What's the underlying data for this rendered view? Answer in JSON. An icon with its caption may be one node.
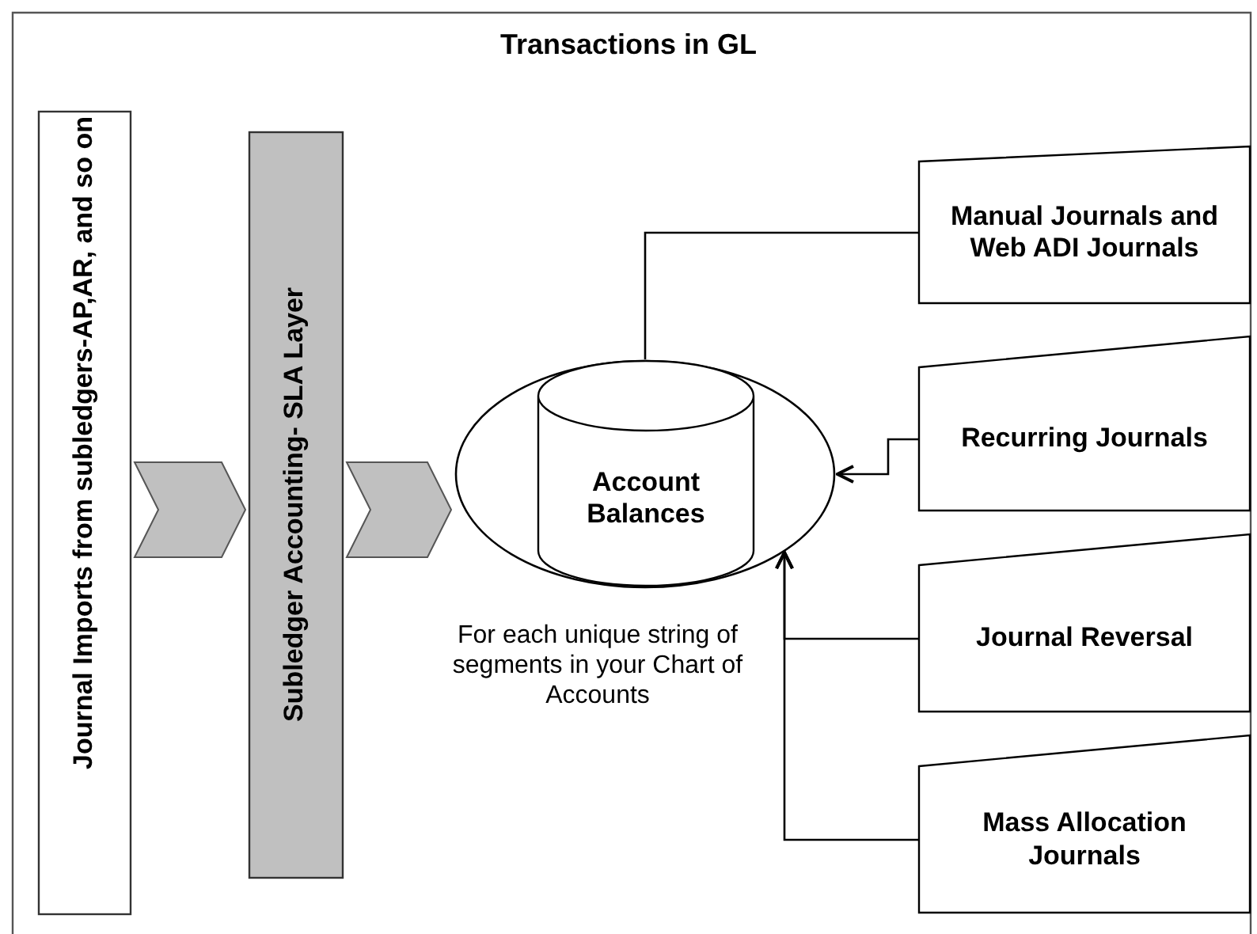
{
  "diagram": {
    "title": "Transactions in GL",
    "nodes": [
      {
        "text": [
          "Journal Imports from subledgers-AP,AR, and so on"
        ]
      },
      {
        "text": [
          "Subledger Accounting- SLA Layer"
        ]
      },
      {
        "text": [],
        "shape": "ellipse",
        "beside": [
          "For each unique string of segments in your Chart of Accounts"
        ]
      },
      {
        "text": [
          "Account Balances"
        ],
        "in": 2
      },
      {
        "text": [
          "Manual Journals and Web ADI Journals"
        ]
      },
      {
        "text": [
          "Recurring Journals"
        ]
      },
      {
        "text": [
          "Journal Reversal"
        ]
      },
      {
        "text": [
          "Mass Allocation Journals"
        ]
      }
    ],
    "edges": [
      {
        "from": 0,
        "to": 1,
        "arrow": "to"
      },
      {
        "from": 1,
        "to": 2,
        "arrow": "to"
      },
      {
        "from": 4,
        "to": 2,
        "arrow": "none"
      },
      {
        "from": 5,
        "to": 2,
        "arrow": "to"
      },
      {
        "from": 6,
        "to": 2,
        "arrow": "to"
      },
      {
        "from": 7,
        "to": 2,
        "arrow": "to"
      }
    ]
  }
}
